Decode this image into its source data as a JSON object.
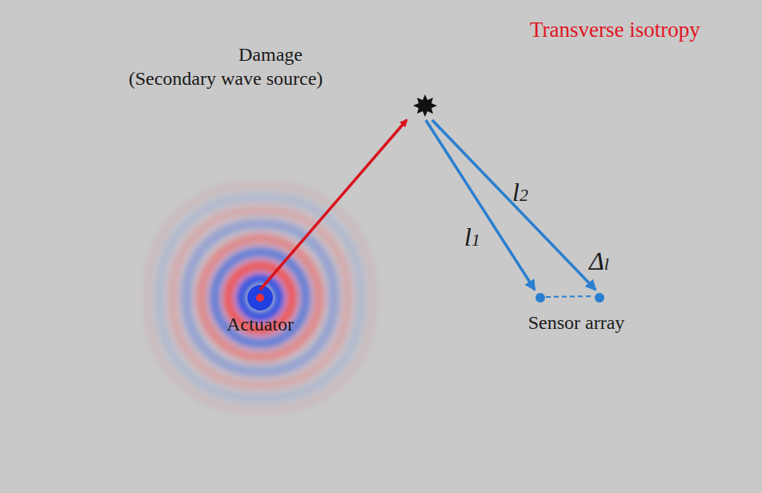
{
  "diagram": {
    "nodes": [
      {
        "text": [
          "Damage",
          "(Secondary wave source)"
        ]
      },
      {
        "text": [
          "Actuator"
        ]
      },
      {
        "text": [
          "Sensor array"
        ]
      }
    ],
    "edges": [
      {
        "from": 1,
        "to": 0,
        "arrow": "to"
      },
      {
        "from": 0,
        "to": 2,
        "arrow": "to",
        "label": "l1"
      },
      {
        "from": 0,
        "to": 2,
        "arrow": "to",
        "label": "l2"
      }
    ],
    "labels": [
      "Transverse isotropy",
      "Δl"
    ]
  }
}
